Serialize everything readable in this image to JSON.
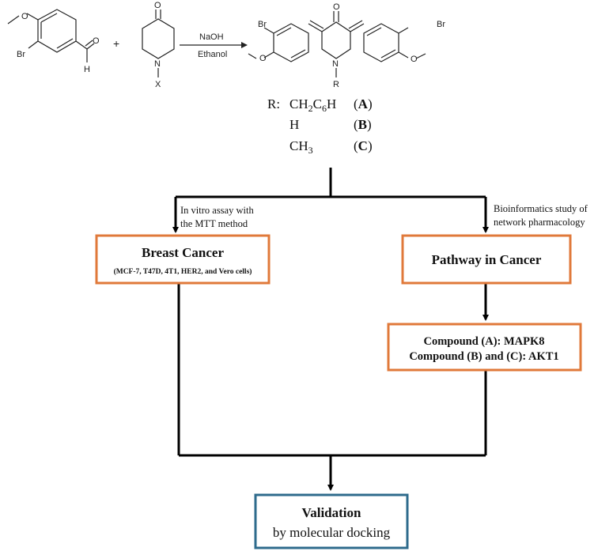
{
  "reaction": {
    "reactant1": {
      "br": "Br",
      "h": "H",
      "o": "O"
    },
    "reactant2": {
      "o": "O",
      "n": "N",
      "x": "X"
    },
    "plus": "+",
    "reagent": "NaOH",
    "solvent": "Ethanol",
    "product": {
      "br_left": "Br",
      "br_right": "Br",
      "o": "O",
      "n": "N",
      "r": "R"
    }
  },
  "substituents": {
    "prefix": "R:",
    "rows": [
      {
        "group": "CH",
        "sub1": "2",
        "mid": "C",
        "sub2": "6",
        "tail": "H",
        "label": "A"
      },
      {
        "group": "H",
        "sub1": "",
        "mid": "",
        "sub2": "",
        "tail": "",
        "label": "B"
      },
      {
        "group": "CH",
        "sub1": "3",
        "mid": "",
        "sub2": "",
        "tail": "",
        "label": "C"
      }
    ]
  },
  "flow": {
    "left_branch_note": [
      "In vitro assay with",
      "the MTT method"
    ],
    "right_branch_note": [
      "Bioinformatics study of",
      "network pharmacology"
    ],
    "breast_cancer": {
      "title": "Breast Cancer",
      "subtitle": "(MCF-7, T47D, 4T1, HER2, and Vero cells)"
    },
    "pathway": {
      "title": "Pathway in Cancer"
    },
    "targets": {
      "line1": "Compound (A): MAPK8",
      "line2": "Compound (B) and (C): AKT1"
    },
    "validation": {
      "title": "Validation",
      "subtitle": "by molecular docking"
    }
  },
  "colors": {
    "orange_border": "#e0793a",
    "blue_border": "#2e6b8c",
    "line": "#000000"
  }
}
